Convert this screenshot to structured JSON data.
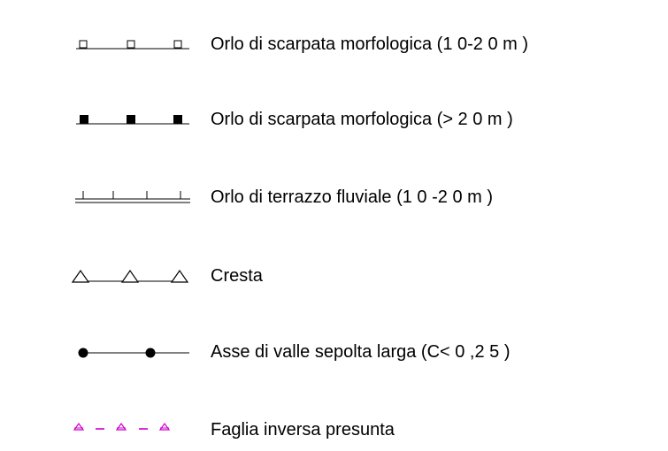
{
  "legend": {
    "items": [
      {
        "label": "Orlo di scarpata morfologica (1 0-2 0 m )",
        "symbol": "open-square-tick-line",
        "color": "#000000"
      },
      {
        "label": "Orlo di scarpata morfologica  (> 2 0 m )",
        "symbol": "filled-square-tick-line",
        "color": "#000000"
      },
      {
        "label": "Orlo di terrazzo fluviale  (1 0 -2 0 m )",
        "symbol": "double-line-ticks",
        "color": "#000000"
      },
      {
        "label": "Cresta",
        "symbol": "triangle-line",
        "color": "#000000"
      },
      {
        "label": "Asse di valle sepolta larga  (C< 0 ,2 5 )",
        "symbol": "dot-line",
        "color": "#000000"
      },
      {
        "label": "Faglia inversa presunta",
        "symbol": "dashed-triangle-line",
        "color": "#cc00cc"
      }
    ]
  }
}
